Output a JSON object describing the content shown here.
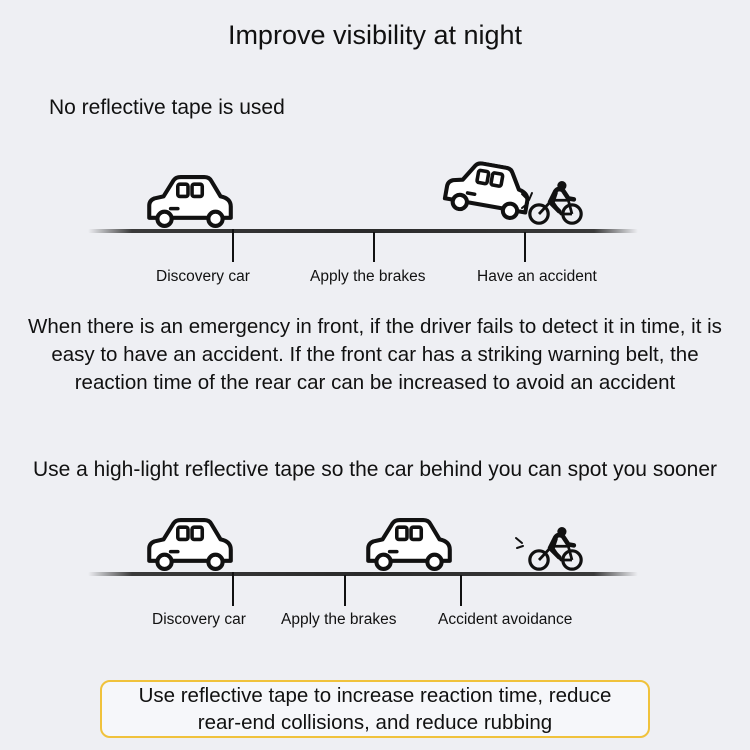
{
  "title": "Improve visibility at night",
  "scenario_without": {
    "heading": "No reflective tape is used",
    "labels": [
      "Discovery car",
      "Apply the brakes",
      "Have an accident"
    ]
  },
  "explanation": "When there is an emergency in front, if the driver fails to detect it in time, it is easy to have an accident. If the front car has a striking warning belt, the reaction time of the rear car can be increased to avoid an accident",
  "scenario_with": {
    "heading": "Use a high-light reflective tape so the car behind you can spot you sooner",
    "labels": [
      "Discovery car",
      "Apply the brakes",
      "Accident avoidance"
    ]
  },
  "summary": {
    "line1": "Use reflective tape to increase reaction time, reduce",
    "line2": "rear-end collisions, and reduce rubbing"
  },
  "icons": [
    "car-icon",
    "crashed-car-icon",
    "cyclist-icon"
  ]
}
